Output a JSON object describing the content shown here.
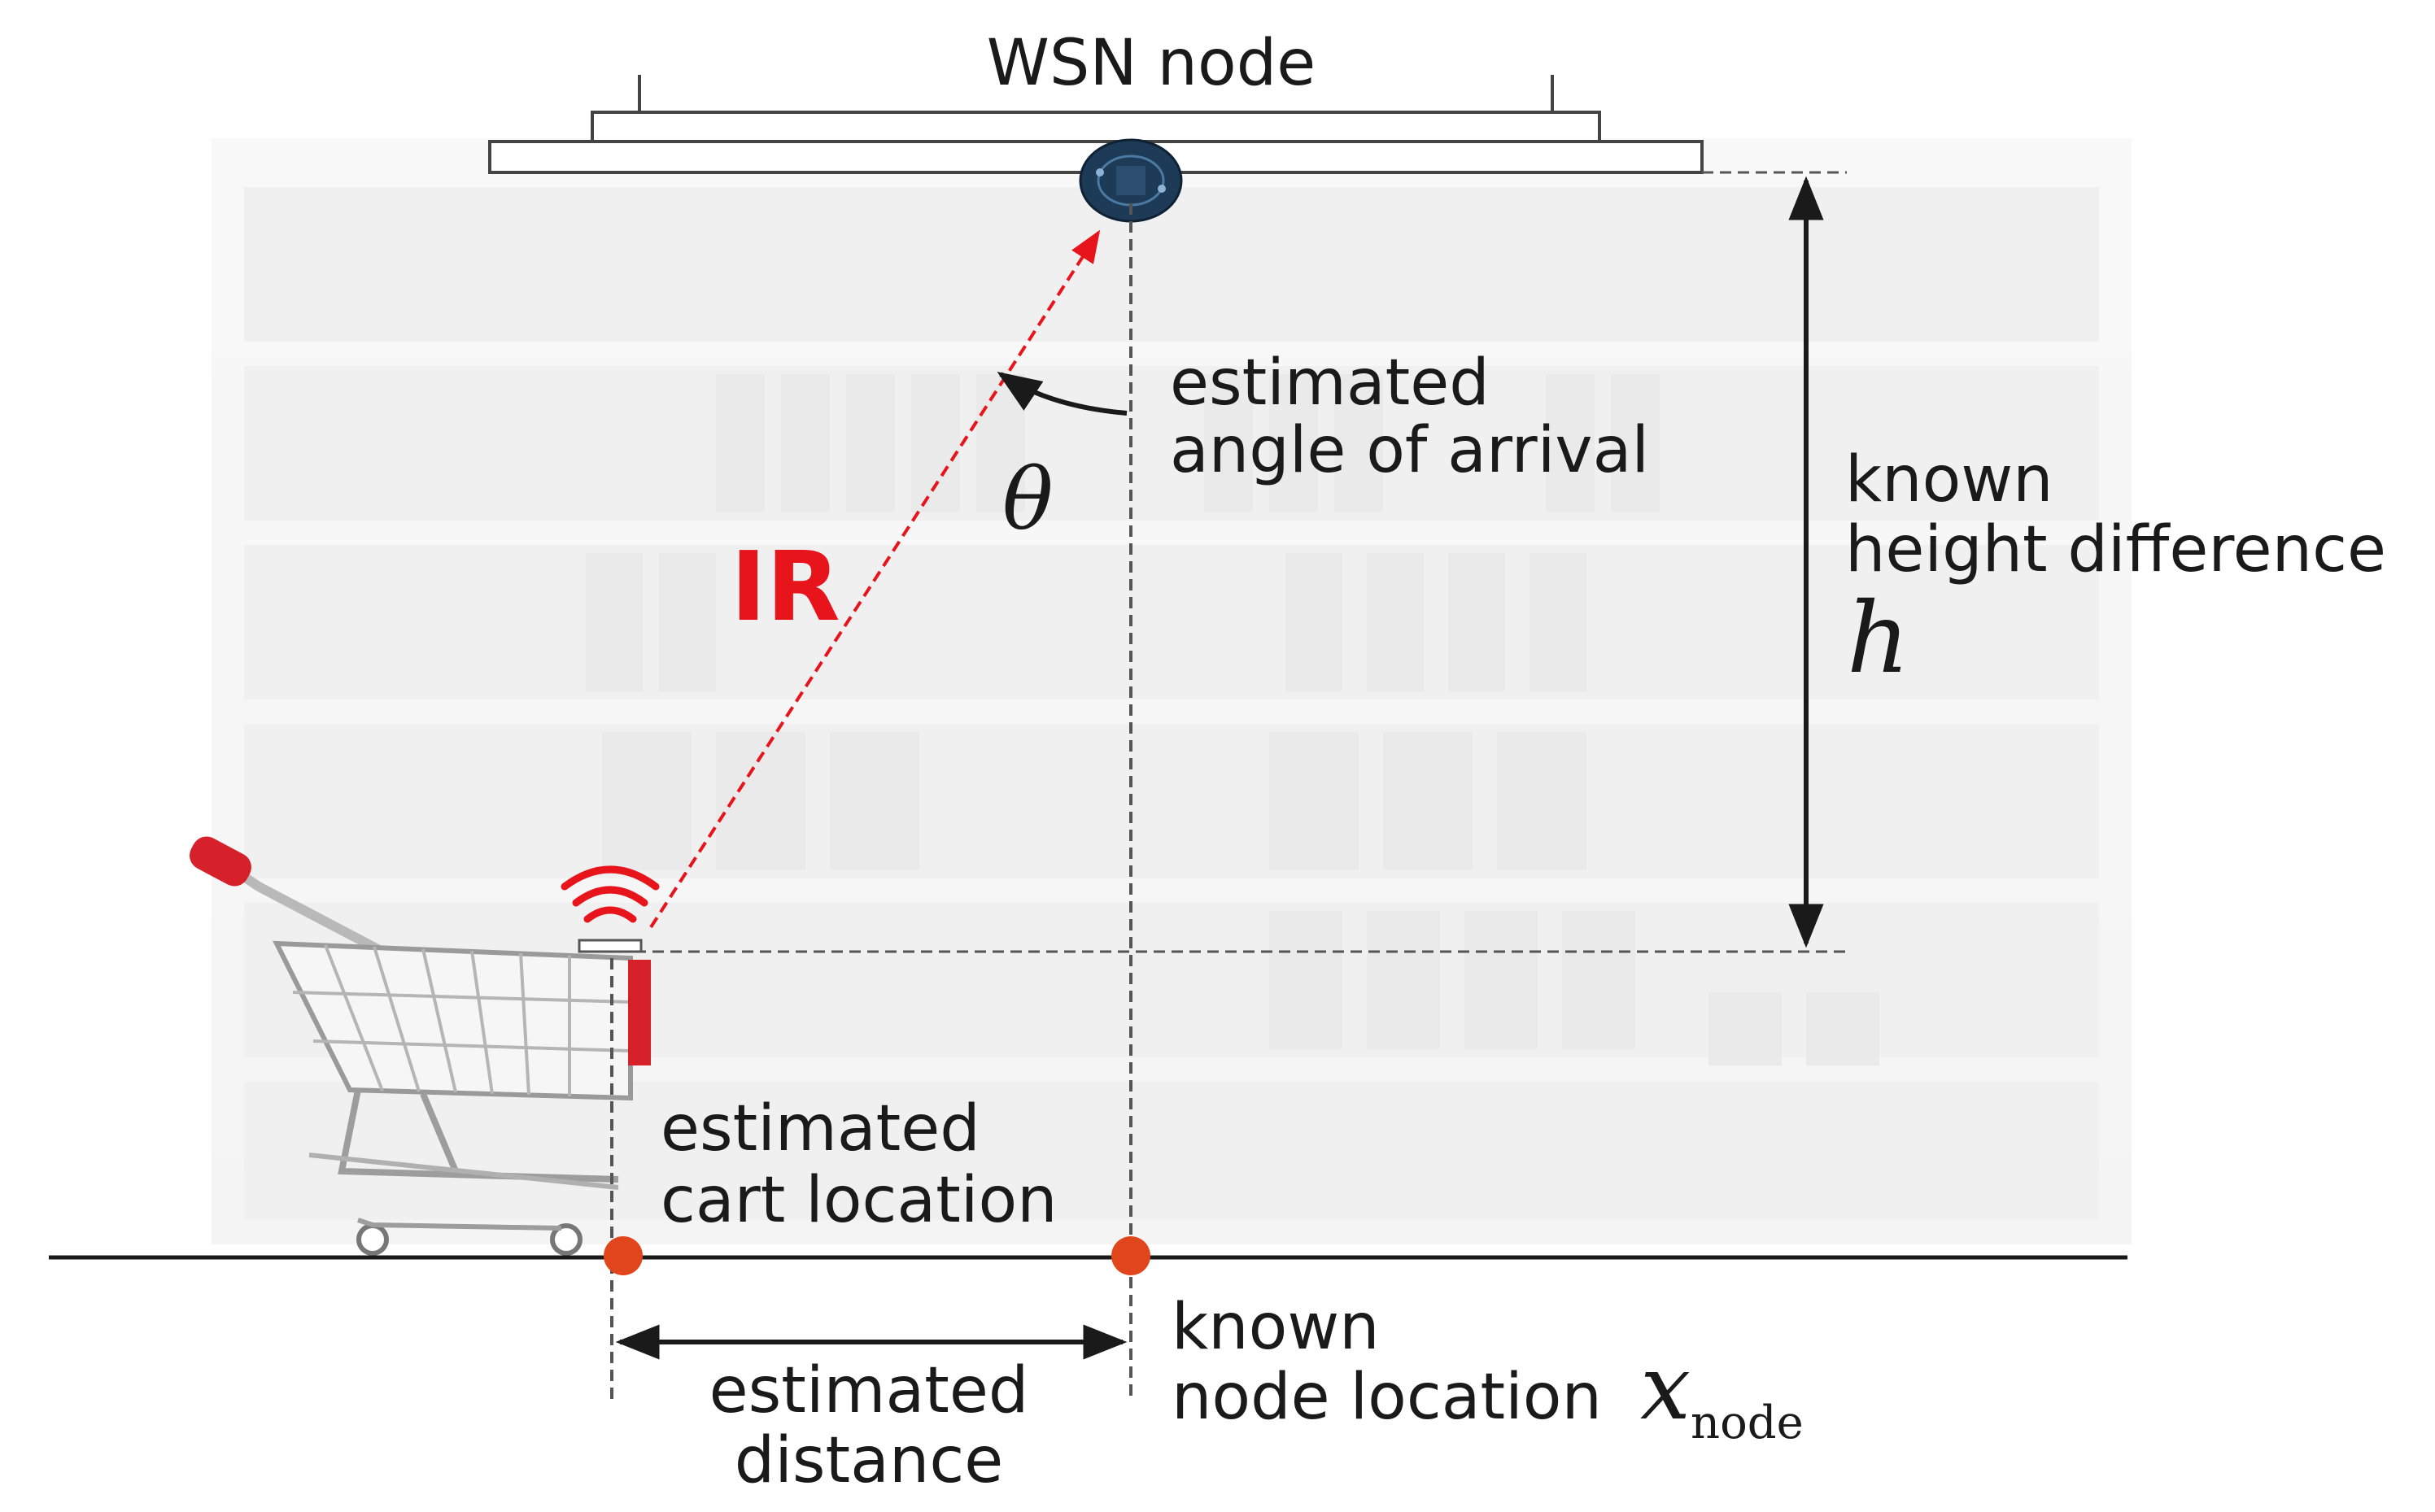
{
  "labels": {
    "wsn_node": "WSN node",
    "angle_line1": "estimated",
    "angle_line2": "angle of arrival",
    "theta": "θ",
    "ir": "IR",
    "height_line1": "known",
    "height_line2": "height difference",
    "h": "h",
    "cart_line1": "estimated",
    "cart_line2": "cart location",
    "distance_line1": "estimated",
    "distance_line2": "distance",
    "node_line1": "known",
    "node_line2": "node location",
    "x_var": "x",
    "x_sub": "node"
  },
  "colors": {
    "ir_red": "#e8141c",
    "marker_orange": "#e0451b",
    "ink": "#1a1a1a",
    "dashed_gray": "#555555",
    "node_blue": "#1d3a57",
    "cart_handle": "#d6202a",
    "background_faded": "#f1f1f1"
  },
  "icons": {
    "cart": "shopping-cart-icon",
    "wsn": "wsn-node-board-icon",
    "signal": "wireless-signal-icon"
  }
}
